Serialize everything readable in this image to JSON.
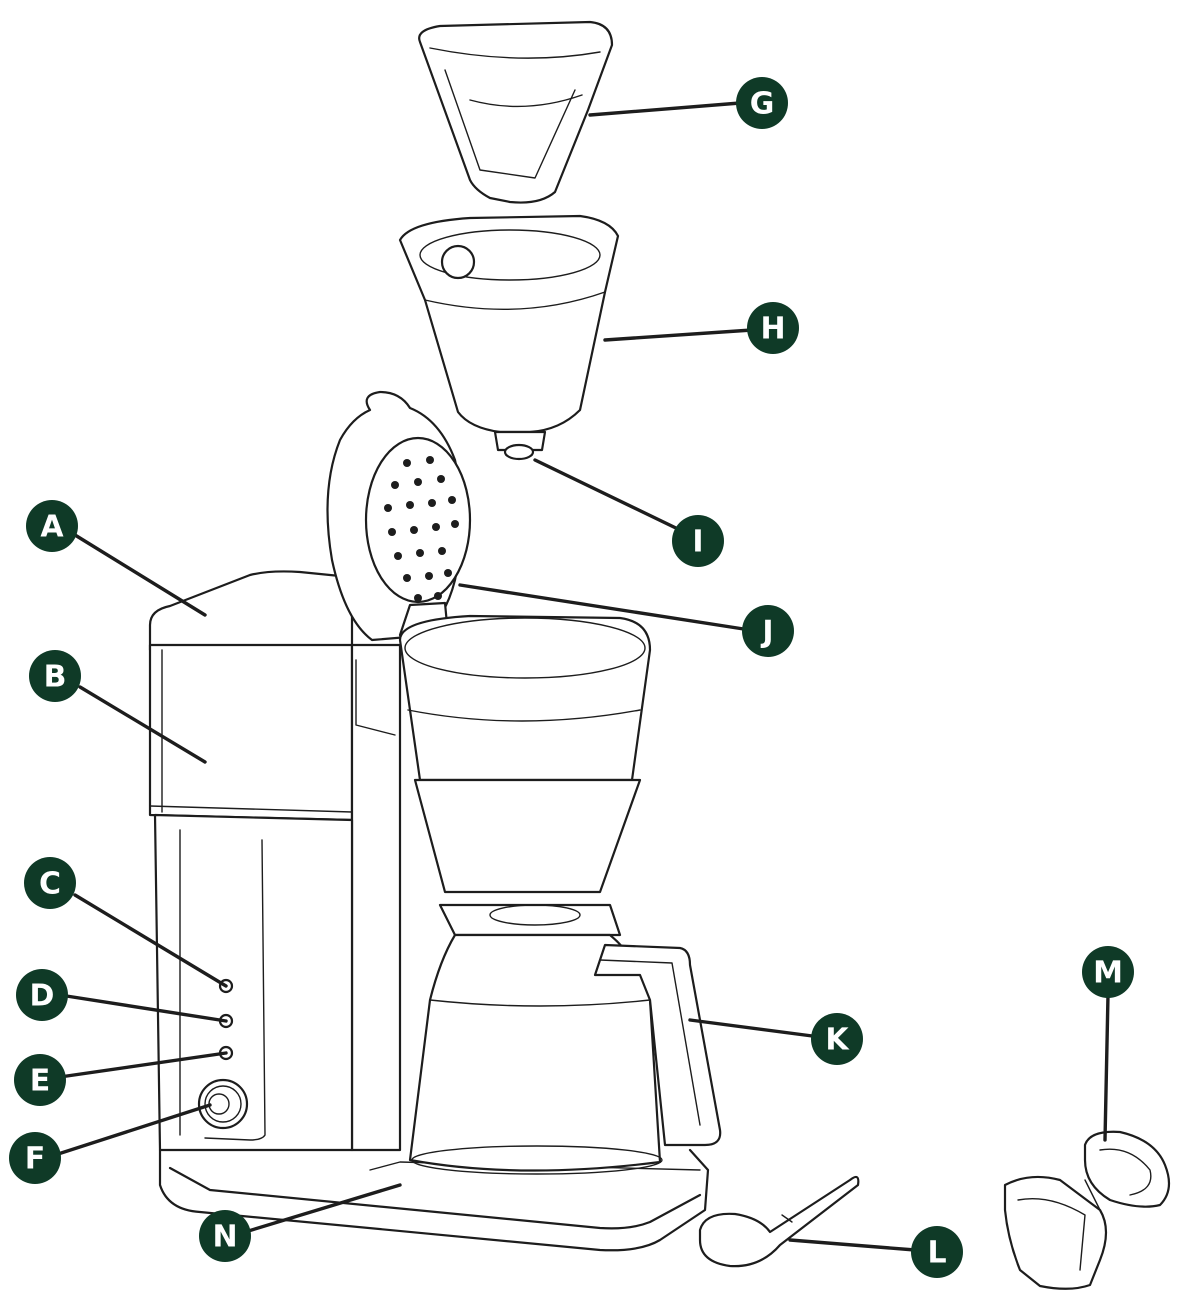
{
  "colors": {
    "badge": "#0f3a27",
    "badge_text": "#ffffff",
    "line": "#1d1d1d",
    "background": "#ffffff"
  },
  "callouts": [
    {
      "id": "a",
      "label": "A"
    },
    {
      "id": "b",
      "label": "B"
    },
    {
      "id": "c",
      "label": "C"
    },
    {
      "id": "d",
      "label": "D"
    },
    {
      "id": "e",
      "label": "E"
    },
    {
      "id": "f",
      "label": "F"
    },
    {
      "id": "g",
      "label": "G"
    },
    {
      "id": "h",
      "label": "H"
    },
    {
      "id": "i",
      "label": "I"
    },
    {
      "id": "j",
      "label": "J"
    },
    {
      "id": "k",
      "label": "K"
    },
    {
      "id": "l",
      "label": "L"
    },
    {
      "id": "m",
      "label": "M"
    },
    {
      "id": "n",
      "label": "N"
    }
  ]
}
